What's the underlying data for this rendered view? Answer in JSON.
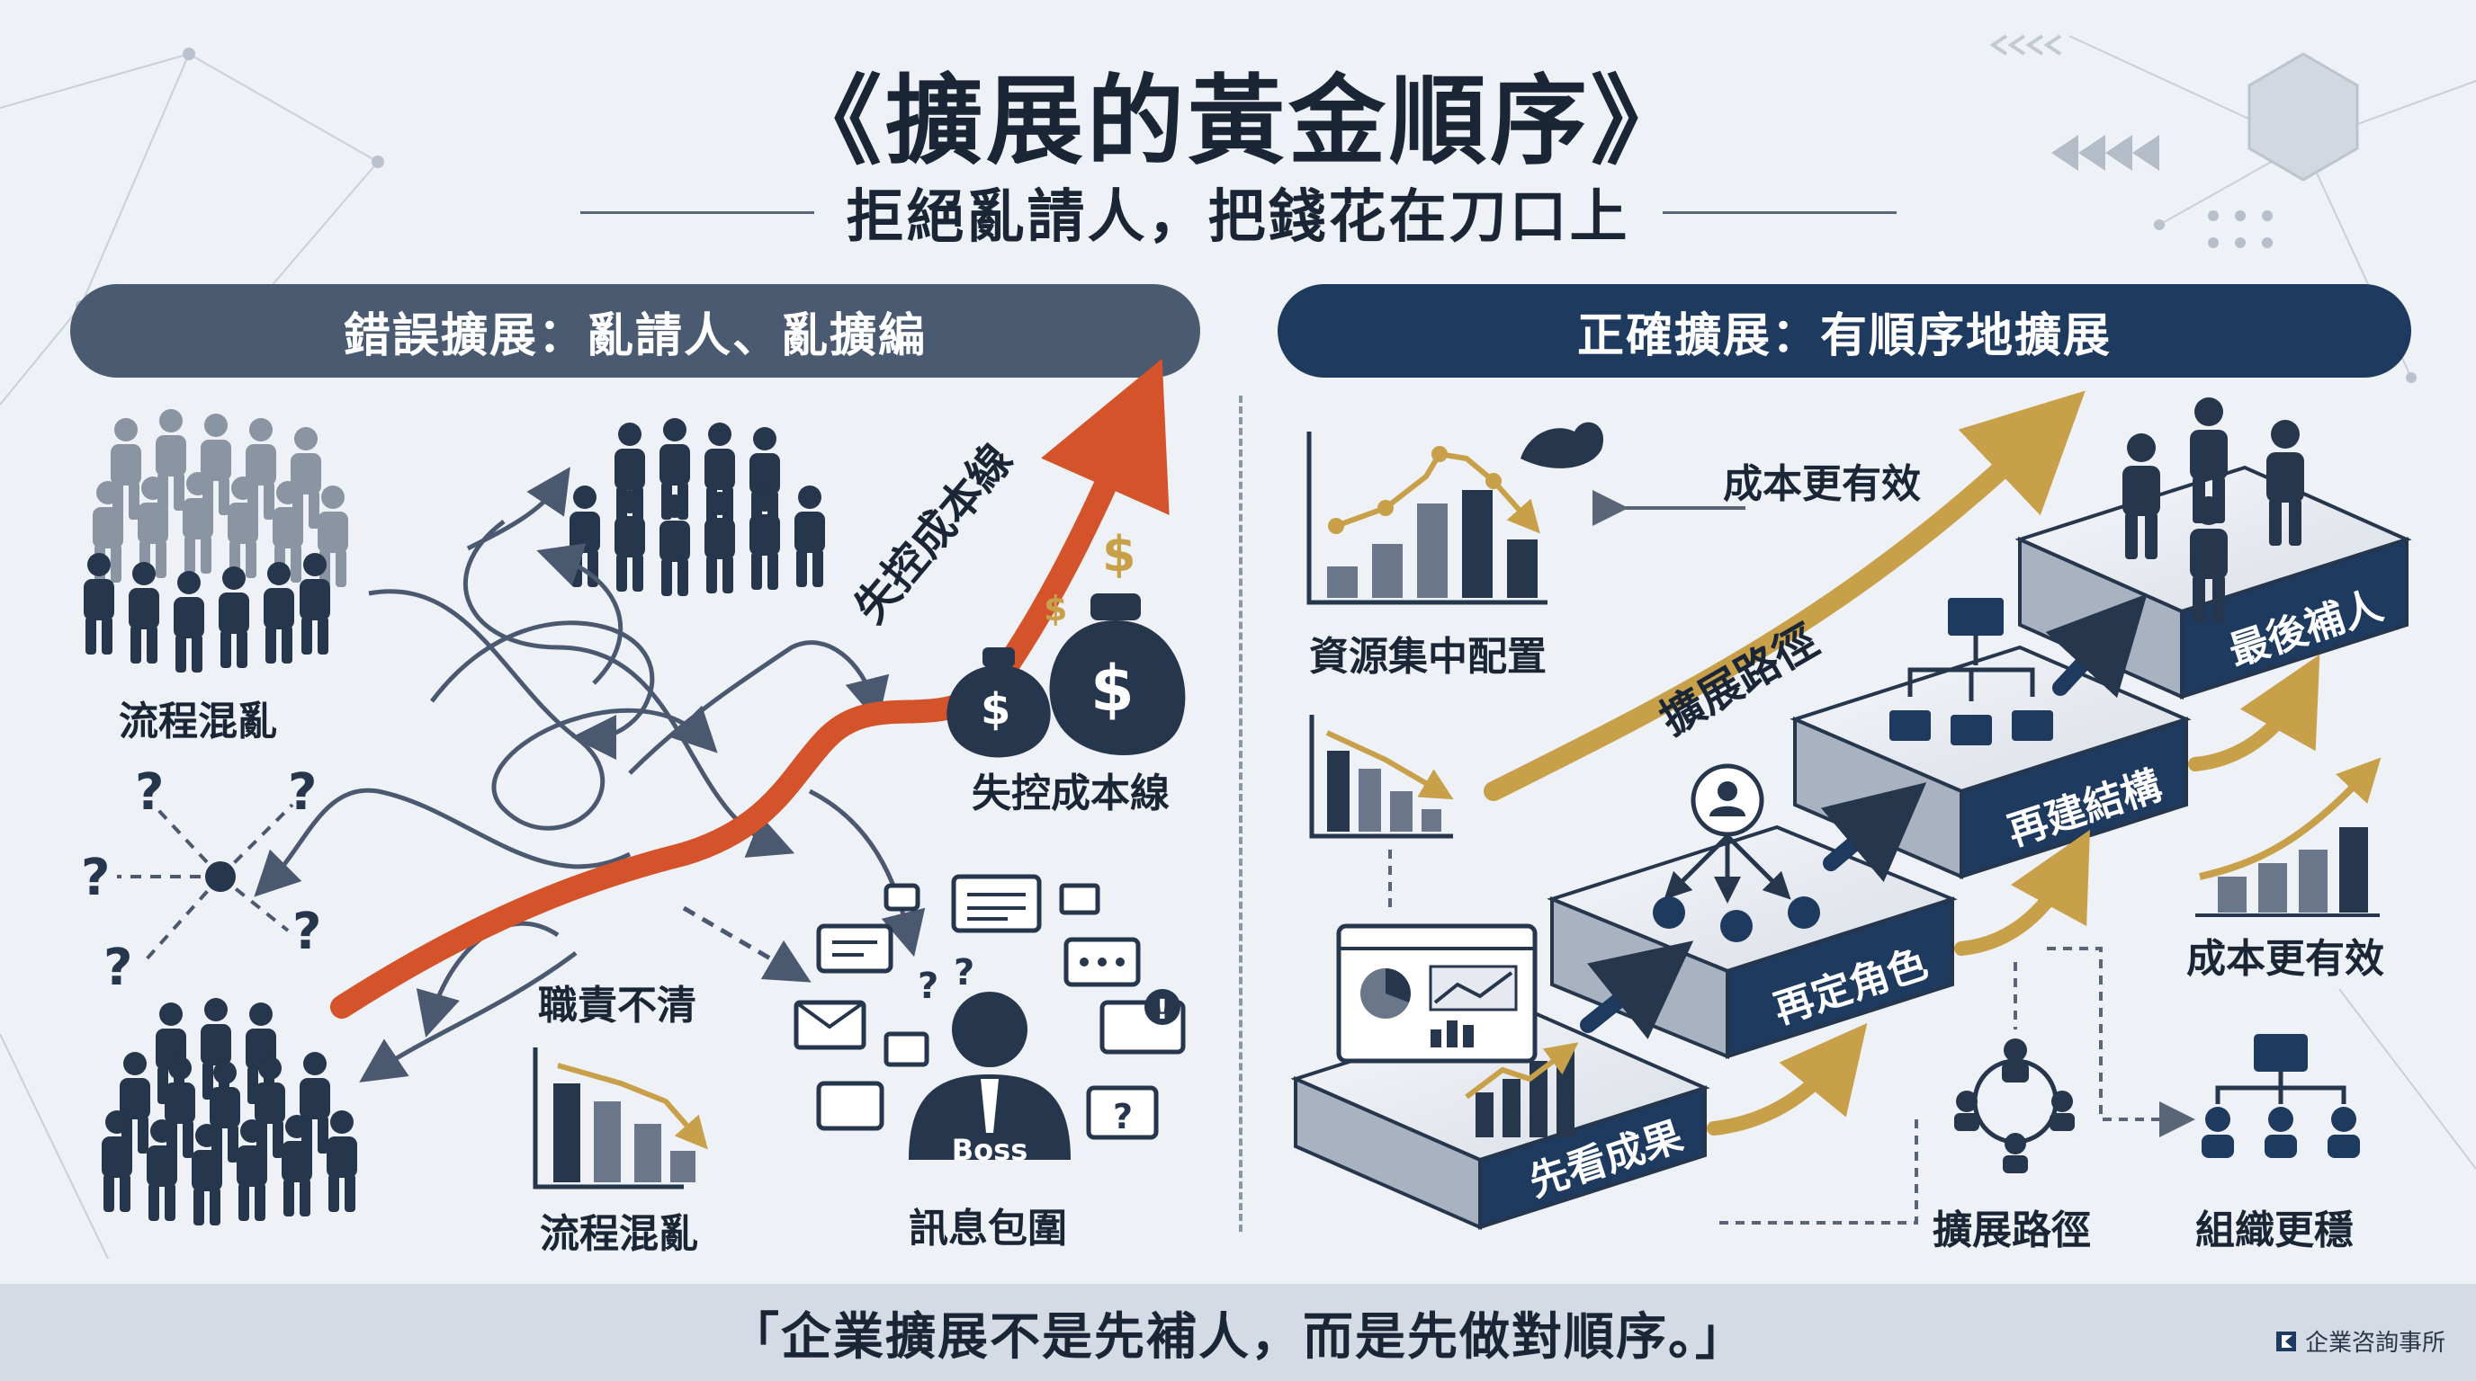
{
  "header": {
    "title": "《擴展的黃金順序》",
    "subtitle": "拒絕亂請人，把錢花在刀口上"
  },
  "left_panel": {
    "banner": "錯誤擴展：亂請人、亂擴編",
    "labels": {
      "process_chaos_top": "流程混亂",
      "cost_line_arrow": "失控成本線",
      "cost_line_money": "失控成本線",
      "unclear_roles": "職責不清",
      "process_chaos_bottom": "流程混亂",
      "info_overload": "訊息包圍",
      "boss": "Boss"
    }
  },
  "right_panel": {
    "banner": "正確擴展：有順序地擴展",
    "labels": {
      "cost_effective_top": "成本更有效",
      "resource_focus": "資源集中配置",
      "expansion_path_arrow": "擴展路徑",
      "step_1": "先看成果",
      "step_2": "再定角色",
      "step_3": "再建結構",
      "step_4": "最後補人",
      "cost_effective_right": "成本更有效",
      "expansion_path_bottom": "擴展路徑",
      "org_stable": "組織更穩"
    }
  },
  "footer": {
    "quote": "「企業擴展不是先補人，而是先做對順序。」",
    "brand": "企業咨詢事所"
  },
  "colors": {
    "navy": "#1e3a5f",
    "slate": "#4a5a70",
    "gold": "#c9a04a",
    "red": "#d4532a",
    "gray_figure": "#8a94a3",
    "dark_figure": "#26364d"
  }
}
